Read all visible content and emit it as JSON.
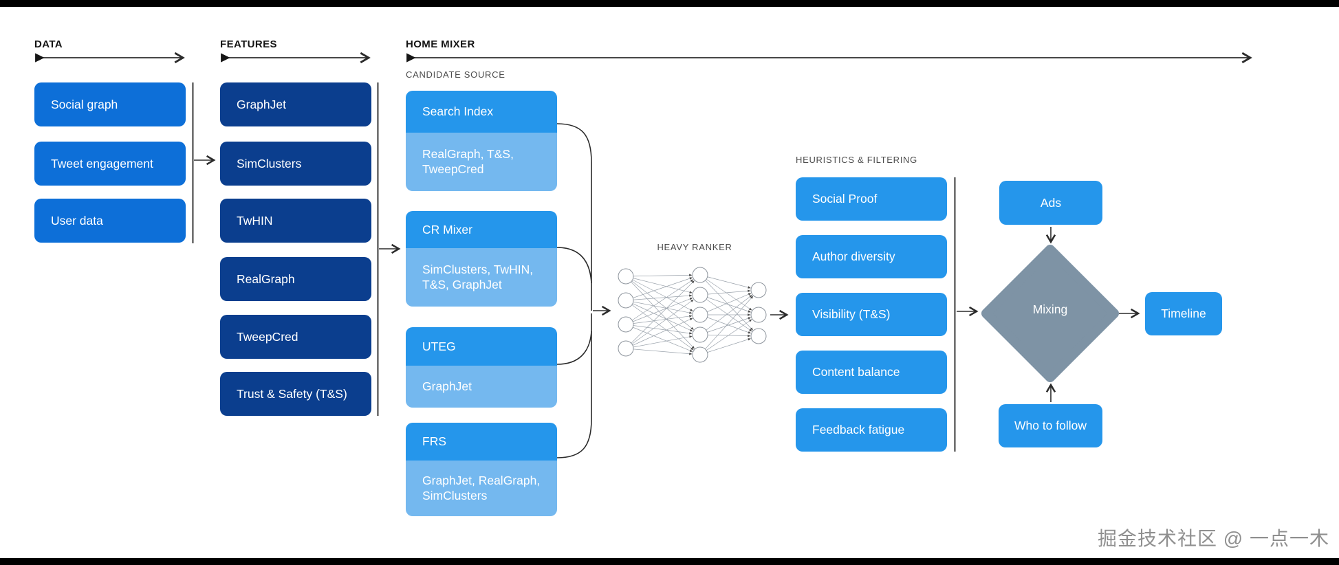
{
  "meta": {
    "watermark": "掘金技术社区 @ 一点一木"
  },
  "colors": {
    "data_box": "#0d6fd8",
    "feature_box": "#0b3e8e",
    "candidate_header": "#2596eb",
    "candidate_sub": "#74b8ef",
    "heuristic_box": "#2596eb",
    "mixing_diamond": "#7e93a5",
    "connector_line": "#2b2b2b",
    "network_edge": "#9aa2ab"
  },
  "headers": {
    "data": "DATA",
    "features": "FEATURES",
    "home_mixer": "HOME MIXER"
  },
  "data_column": {
    "items": [
      "Social graph",
      "Tweet engagement",
      "User data"
    ]
  },
  "features_column": {
    "items": [
      "GraphJet",
      "SimClusters",
      "TwHIN",
      "RealGraph",
      "TweepCred",
      "Trust & Safety (T&S)"
    ]
  },
  "home_mixer": {
    "candidate_source_label": "CANDIDATE SOURCE",
    "candidates": [
      {
        "name": "Search Index",
        "features": "RealGraph, T&S, TweepCred"
      },
      {
        "name": "CR Mixer",
        "features": "SimClusters, TwHIN, T&S, GraphJet"
      },
      {
        "name": "UTEG",
        "features": "GraphJet"
      },
      {
        "name": "FRS",
        "features": "GraphJet, RealGraph, SimClusters"
      }
    ],
    "heavy_ranker_label": "HEAVY RANKER",
    "heuristics_label": "HEURISTICS & FILTERING",
    "heuristics": [
      "Social Proof",
      "Author diversity",
      "Visibility (T&S)",
      "Content balance",
      "Feedback fatigue"
    ],
    "mixing_stage": {
      "ads": "Ads",
      "mixing": "Mixing",
      "who_to_follow": "Who to follow",
      "timeline": "Timeline"
    }
  }
}
